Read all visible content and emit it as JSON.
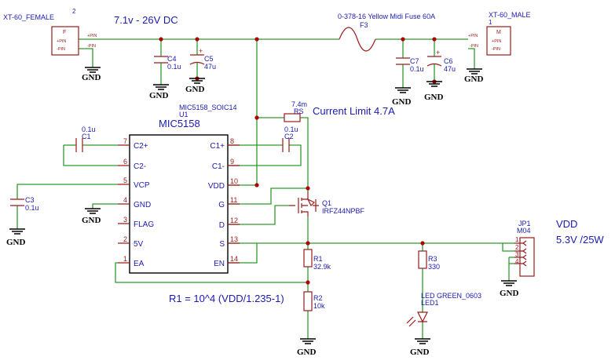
{
  "input_connector": {
    "name": "XT-60_FEMALE",
    "number": "2",
    "letter": "F",
    "pin_plus": "+PIN",
    "pin_minus": "-PIN",
    "pin_plus_label": "+PIN",
    "pin_minus_label": "-PIN"
  },
  "output_connector": {
    "name": "XT-60_MALE",
    "number": "1",
    "letter": "M",
    "pin_plus": "+PIN",
    "pin_minus": "-PIN",
    "pin_plus_label": "+PIN",
    "pin_minus_label": "-PIN"
  },
  "input_voltage": "7.1v - 26V DC",
  "fuse": {
    "ref": "F3",
    "value": "0-378-16 Yellow Midi Fuse 60A"
  },
  "caps": {
    "c4": {
      "ref": "C4",
      "value": "0.1u"
    },
    "c5": {
      "ref": "C5",
      "value": "47u",
      "polarity": "+"
    },
    "c7": {
      "ref": "C7",
      "value": "0.1u"
    },
    "c6": {
      "ref": "C6",
      "value": "47u",
      "polarity": "+"
    },
    "c1": {
      "ref": "C1",
      "value": "0.1u"
    },
    "c2": {
      "ref": "C2",
      "value": "0.1u"
    },
    "c3": {
      "ref": "C3",
      "value": "0.1u"
    }
  },
  "ic": {
    "package": "MIC5158_SOIC14",
    "ref": "U1",
    "name": "MIC5158",
    "left_pins": [
      {
        "num": "7",
        "name": "C2+"
      },
      {
        "num": "6",
        "name": "C2-"
      },
      {
        "num": "5",
        "name": "VCP"
      },
      {
        "num": "4",
        "name": "GND"
      },
      {
        "num": "3",
        "name": "FLAG"
      },
      {
        "num": "2",
        "name": "5V"
      },
      {
        "num": "1",
        "name": "EA"
      }
    ],
    "right_pins": [
      {
        "num": "8",
        "name": "C1+"
      },
      {
        "num": "9",
        "name": "C1-"
      },
      {
        "num": "10",
        "name": "VDD"
      },
      {
        "num": "11",
        "name": "G"
      },
      {
        "num": "12",
        "name": "D"
      },
      {
        "num": "13",
        "name": "S"
      },
      {
        "num": "14",
        "name": "EN"
      }
    ]
  },
  "rs": {
    "ref": "RS",
    "value": "7.4m"
  },
  "current_limit": "Current Limit 4.7A",
  "q1": {
    "ref": "Q1",
    "value": "IRFZ44NPBF"
  },
  "r1": {
    "ref": "R1",
    "value": "32.9k"
  },
  "r2": {
    "ref": "R2",
    "value": "10k"
  },
  "r3": {
    "ref": "R3",
    "value": "330"
  },
  "formula": "R1 = 10^4 (VDD/1.235-1)",
  "led": {
    "type": "LED GREEN_0603",
    "ref": "LED1"
  },
  "jp1": {
    "ref": "JP1",
    "value": "M04",
    "pins": [
      "1",
      "2",
      "3",
      "4"
    ]
  },
  "vdd_label": "VDD",
  "vdd_spec": "5.3V /25W",
  "gnd_label": "GND"
}
